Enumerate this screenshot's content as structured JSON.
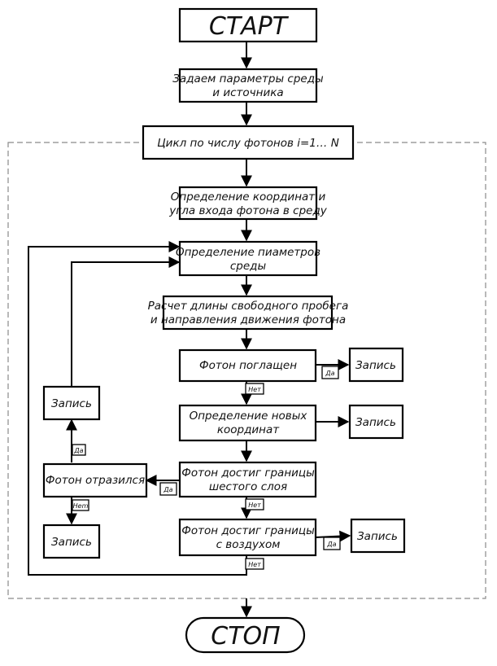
{
  "diagram": {
    "start": "СТАРТ",
    "stop": "СТОП",
    "set_params": [
      "Задаем параметры среды",
      "и источника"
    ],
    "loop": "Цикл по числу фотонов i=1… N",
    "entry": [
      "Определение координат и",
      "угла входа фотона в среду"
    ],
    "medium": [
      "Определение пиаметров",
      "среды"
    ],
    "calc": [
      "Расчет длины свободного пробега",
      "и направления движения фотона"
    ],
    "absorbed": "Фотон поглащен",
    "new_coords": [
      "Определение новых",
      "координат"
    ],
    "boundary_layer": [
      "Фотон достиг границы",
      "шестого слоя"
    ],
    "boundary_air": [
      "Фотон достиг границы",
      "с воздухом"
    ],
    "reflected": "Фотон отразился",
    "record": "Запись",
    "yes": "Да",
    "no": "Нет",
    "no_alt": "Hem"
  }
}
